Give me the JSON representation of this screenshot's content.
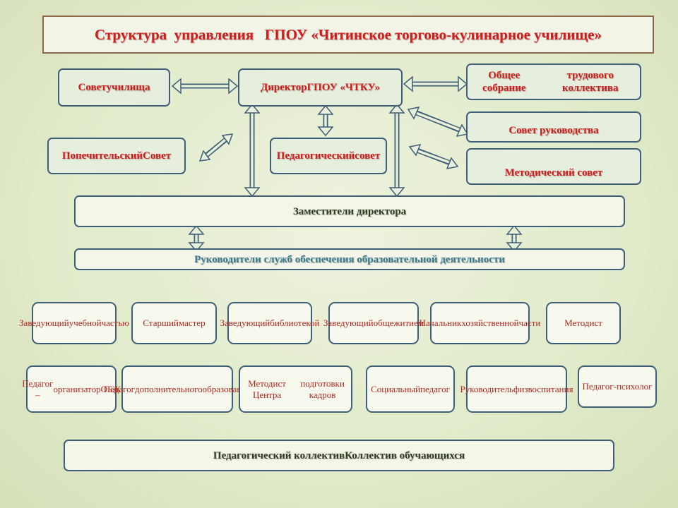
{
  "title": "Структура  управления   ГПОУ «Читинское торгово-кулинарное училище»",
  "governance": {
    "council": [
      "Совет",
      "училища"
    ],
    "director": [
      "Директор",
      "ГПОУ «ЧТКУ»"
    ],
    "general_meeting": [
      "Общее собрание",
      "трудового коллектива"
    ],
    "trustee_council": [
      "Попечительский",
      "Совет"
    ],
    "pedagogical_council": [
      "Педагогический",
      "совет"
    ],
    "management_council": [
      "Совет руководства"
    ],
    "methodical_council": [
      "Методический совет"
    ]
  },
  "deputies": "Заместители директора",
  "service_heads": "Руководители служб обеспечения образовательной деятельности",
  "staff_row1": [
    [
      "Заведующий",
      "учебной",
      "частью"
    ],
    [
      "Старший",
      "мастер"
    ],
    [
      "Заведующий",
      "библиотекой"
    ],
    [
      "Заведующий",
      "общежитием"
    ],
    [
      "Начальник",
      "хозяйственной",
      "части"
    ],
    [
      "Методист"
    ]
  ],
  "staff_row2": [
    [
      "Педагог –",
      "организатор",
      "ОБЖ"
    ],
    [
      "Педагог",
      "дополнительного",
      "образования"
    ],
    [
      "Методист Центра",
      "подготовки кадров"
    ],
    [
      "Социальный",
      "педагог"
    ],
    [
      "Руководитель",
      "физвоспитания"
    ],
    [
      "Педагог-",
      "психолог"
    ]
  ],
  "collectives": [
    "Педагогический коллектив",
    "Коллектив обучающихся"
  ]
}
